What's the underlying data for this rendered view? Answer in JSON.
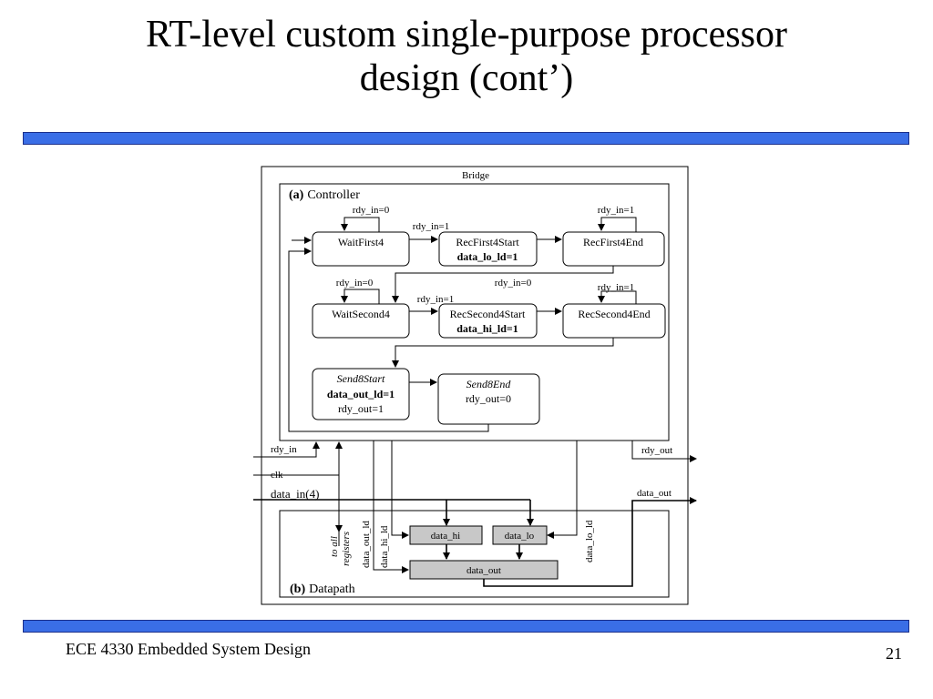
{
  "slide": {
    "title_line1": "RT-level custom single-purpose processor",
    "title_line2": "design (cont’)",
    "footer_left": "ECE 4330 Embedded System Design",
    "page_number": "21",
    "accent_color": "#3a6ee6"
  },
  "diagram": {
    "outer_label": "Bridge",
    "controller": {
      "label_bold": "(a)",
      "label_text": "Controller",
      "states": {
        "wait_first4": {
          "name": "WaitFirst4"
        },
        "rec_first4_start": {
          "name": "RecFirst4Start",
          "action": "data_lo_ld=1"
        },
        "rec_first4_end": {
          "name": "RecFirst4End"
        },
        "wait_second4": {
          "name": "WaitSecond4"
        },
        "rec_second4_start": {
          "name": "RecSecond4Start",
          "action": "data_hi_ld=1"
        },
        "rec_second4_end": {
          "name": "RecSecond4End"
        },
        "send8_start": {
          "name": "Send8Start",
          "action": "data_out_ld=1",
          "action2": "rdy_out=1"
        },
        "send8_end": {
          "name": "Send8End",
          "action": "rdy_out=0"
        }
      },
      "transitions": {
        "t1": "rdy_in=0",
        "t2": "rdy_in=1",
        "t3": "rdy_in=1",
        "t4": "rdy_in=0",
        "t5": "rdy_in=0",
        "t6": "rdy_in=1",
        "t7": "rdy_in=1"
      }
    },
    "signals": {
      "rdy_in": "rdy_in",
      "rdy_out": "rdy_out",
      "clk": "clk",
      "data_in": "data_in(4)",
      "data_out": "data_out",
      "to_all_line1": "to all",
      "to_all_line2": "registers",
      "data_out_ld": "data_out_ld",
      "data_hi_ld": "data_hi_ld",
      "data_lo_ld": "data_lo_ld"
    },
    "datapath": {
      "label_bold": "(b)",
      "label_text": "Datapath",
      "registers": {
        "data_hi": "data_hi",
        "data_lo": "data_lo",
        "data_out": "data_out"
      }
    }
  }
}
